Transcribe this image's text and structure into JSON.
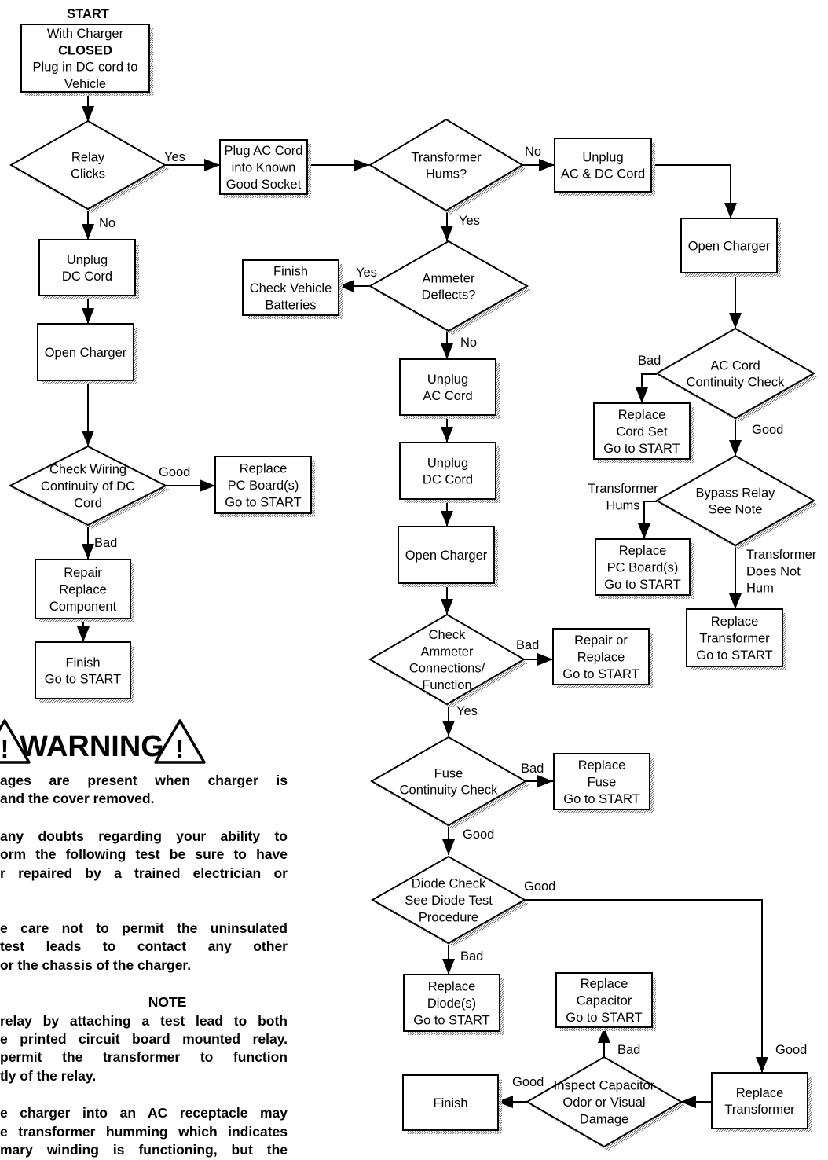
{
  "start_label": "START",
  "nodes": {
    "start": [
      "With Charger",
      "CLOSED",
      "Plug in DC cord to",
      "Vehicle"
    ],
    "relay_clicks": [
      "Relay",
      "Clicks"
    ],
    "plug_ac_cord": [
      "Plug AC Cord",
      "into Known",
      "Good Socket"
    ],
    "transformer_hums": [
      "Transformer",
      "Hums?"
    ],
    "unplug_ac_dc": [
      "Unplug",
      "AC & DC Cord"
    ],
    "open_charger_right": [
      "Open Charger"
    ],
    "ac_cord_continuity": [
      "AC Cord",
      "Continuity Check"
    ],
    "replace_cord_set": [
      "Replace",
      "Cord Set",
      "Go to START"
    ],
    "bypass_relay": [
      "Bypass Relay",
      "See Note"
    ],
    "replace_pc_right": [
      "Replace",
      "PC Board(s)",
      "Go to START"
    ],
    "replace_transformer_top": [
      "Replace",
      "Transformer",
      "Go to START"
    ],
    "unplug_dc_left": [
      "Unplug",
      "DC Cord"
    ],
    "open_charger_left": [
      "Open Charger"
    ],
    "check_wiring": [
      "Check Wiring",
      "Continuity of DC",
      "Cord"
    ],
    "replace_pc_left": [
      "Replace",
      "PC Board(s)",
      "Go to START"
    ],
    "repair_component": [
      "Repair",
      "Replace",
      "Component"
    ],
    "finish_left": [
      "Finish",
      "Go to START"
    ],
    "finish_batteries": [
      "Finish",
      "Check Vehicle",
      "Batteries"
    ],
    "ammeter_deflects": [
      "Ammeter",
      "Deflects?"
    ],
    "unplug_ac_mid": [
      "Unplug",
      "AC Cord"
    ],
    "unplug_dc_mid": [
      "Unplug",
      "DC Cord"
    ],
    "open_charger_mid": [
      "Open Charger"
    ],
    "check_ammeter": [
      "Check",
      "Ammeter",
      "Connections/",
      "Function"
    ],
    "repair_ammeter": [
      "Repair or",
      "Replace",
      "Go to START"
    ],
    "fuse_check": [
      "Fuse",
      "Continuity Check"
    ],
    "replace_fuse": [
      "Replace",
      "Fuse",
      "Go to START"
    ],
    "diode_check": [
      "Diode Check",
      "See Diode Test",
      "Procedure"
    ],
    "replace_diode": [
      "Replace",
      "Diode(s)",
      "Go to START"
    ],
    "replace_capacitor": [
      "Replace",
      "Capacitor",
      "Go to START"
    ],
    "finish_bottom": [
      "Finish"
    ],
    "inspect_capacitor": [
      "Inspect Capacitor",
      "Odor or Visual",
      "Damage"
    ],
    "replace_transformer_bottom": [
      "Replace",
      "Transformer"
    ]
  },
  "edge_labels": {
    "relay_yes": "Yes",
    "relay_no": "No",
    "hums_no": "No",
    "hums_yes": "Yes",
    "ammeter_yes": "Yes",
    "ammeter_no": "No",
    "ac_cord_bad": "Bad",
    "ac_cord_good": "Good",
    "bypass_hums": [
      "Transformer",
      "Hums"
    ],
    "bypass_not_hum": [
      "Transformer",
      "Does Not",
      "Hum"
    ],
    "wiring_good": "Good",
    "wiring_bad": "Bad",
    "check_ammeter_bad": "Bad",
    "check_ammeter_yes": "Yes",
    "fuse_bad": "Bad",
    "fuse_good": "Good",
    "diode_good": "Good",
    "diode_bad": "Bad",
    "capacitor_bad": "Bad",
    "capacitor_good": "Good",
    "transformer_good": "Good"
  },
  "warning": {
    "title": "WARNING",
    "p1": [
      "ages  are  present  when  charger  is",
      "and the cover removed."
    ],
    "p2": [
      "any  doubts  regarding  your  ability  to",
      "orm  the  following  test  be  sure  to  have",
      "r  repaired  by  a  trained  electrician  or"
    ],
    "p3": [
      "e  care  not  to  permit  the  uninsulated",
      "test  leads  to  contact  any  other",
      "or the chassis of the charger."
    ],
    "note_heading": "NOTE",
    "p4": [
      "relay by attaching a test lead to both",
      "e printed circuit board mounted relay.",
      "permit  the  transformer  to  function",
      "tly of the relay."
    ],
    "p5": [
      "e charger into an AC receptacle may",
      "e transformer humming which indicates",
      "mary  winding  is  functioning,  but  the"
    ]
  }
}
